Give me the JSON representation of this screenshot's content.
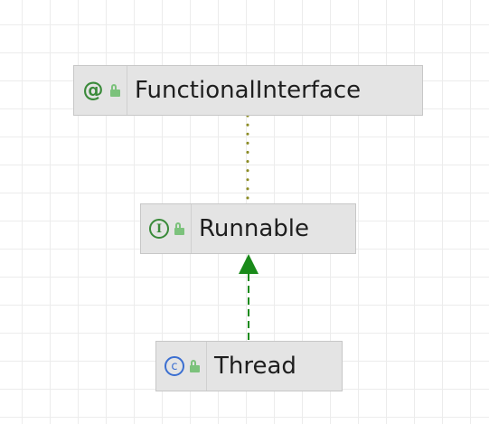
{
  "diagram": {
    "nodes": [
      {
        "id": "functional-interface",
        "kind": "annotation",
        "kind_glyph": "@",
        "visibility": "public",
        "label": "FunctionalInterface"
      },
      {
        "id": "runnable",
        "kind": "interface",
        "kind_glyph": "I",
        "visibility": "public",
        "label": "Runnable"
      },
      {
        "id": "thread",
        "kind": "class",
        "kind_glyph": "c",
        "visibility": "public",
        "label": "Thread"
      }
    ],
    "edges": [
      {
        "from": "runnable",
        "to": "functional-interface",
        "type": "annotated-by",
        "style": "dotted",
        "color": "#8b8b22"
      },
      {
        "from": "thread",
        "to": "runnable",
        "type": "implements",
        "style": "dashed-arrow",
        "color": "#1a8a1a"
      }
    ]
  },
  "colors": {
    "node_fill": "#e4e4e4",
    "node_border": "#c7c7c7",
    "annotation_glyph": "#3a8a3a",
    "interface_glyph": "#3a8a3a",
    "class_glyph": "#3b6fd1",
    "public_lock": "#7cc27c"
  }
}
